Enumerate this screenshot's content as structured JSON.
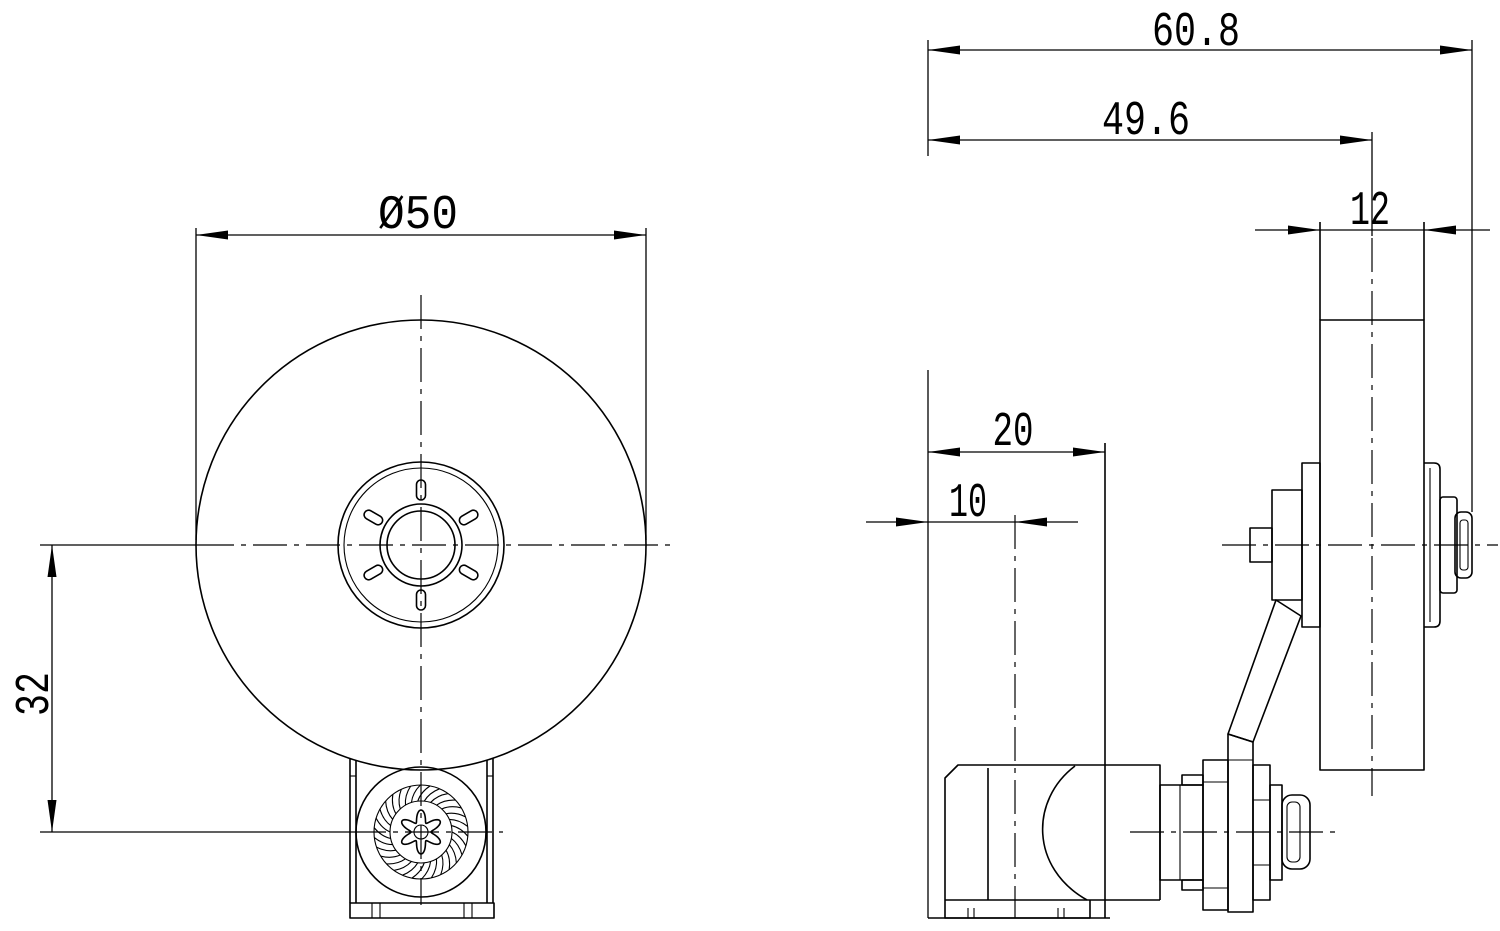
{
  "colors": {
    "line": "#000000",
    "background": "#ffffff"
  },
  "front_view": {
    "diameter_dimension": "Ø50",
    "height_dimension": "32"
  },
  "side_view": {
    "dimension_top": "60.8",
    "dimension_second": "49.6",
    "dimension_width": "12",
    "dimension_middle": "20",
    "dimension_small": "10"
  }
}
